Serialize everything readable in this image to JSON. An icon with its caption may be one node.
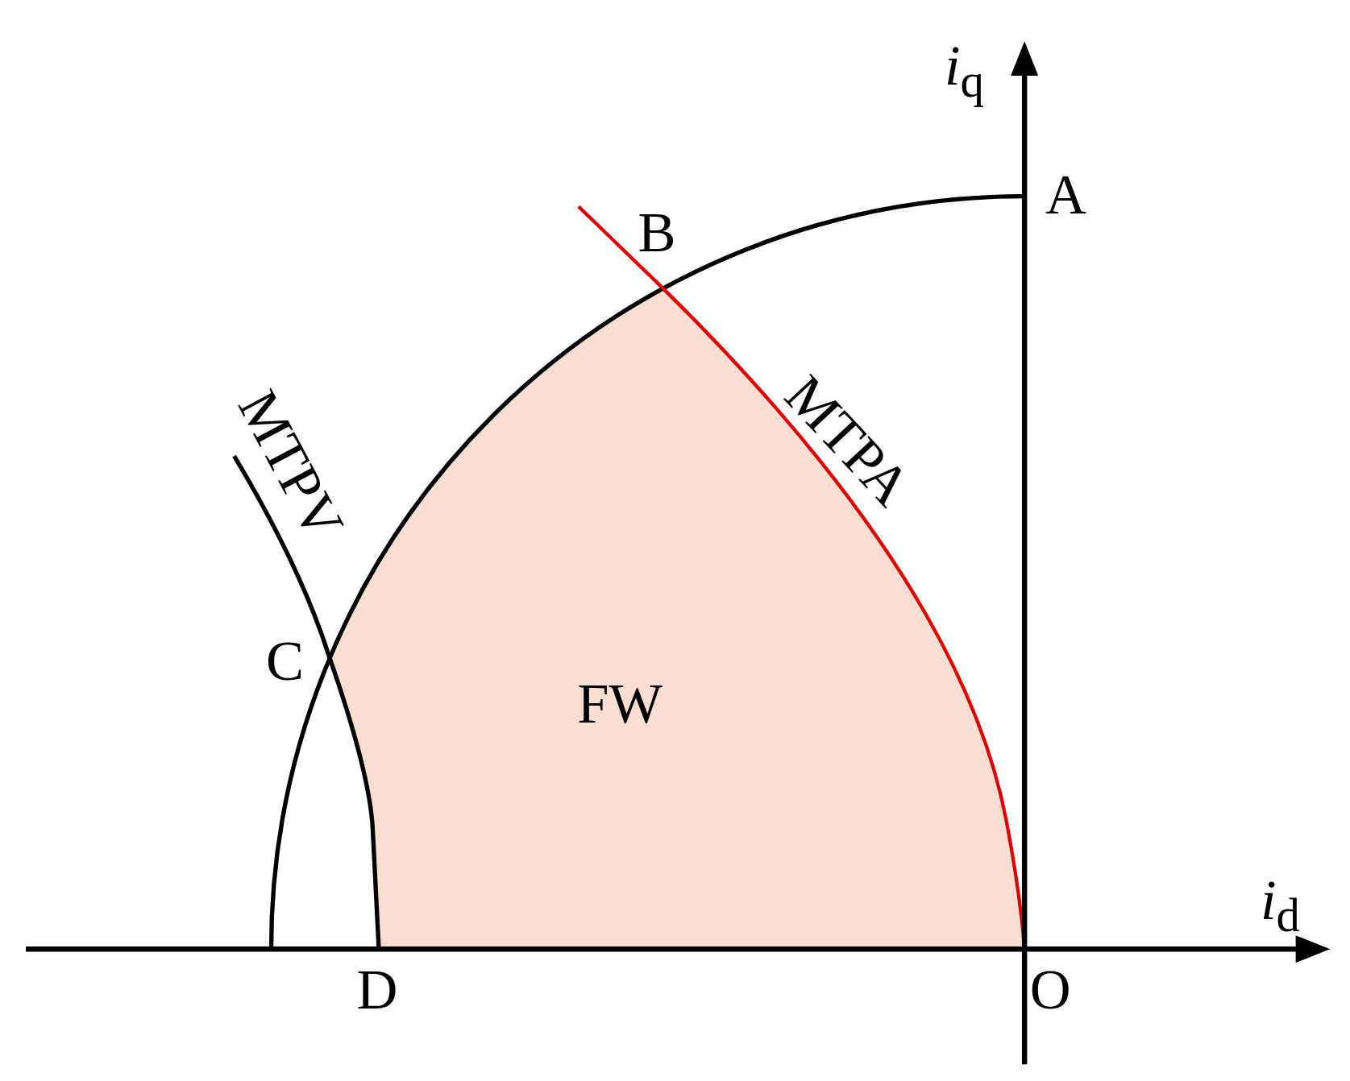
{
  "diagram": {
    "labels": [
      "*i*$_{q}$",
      "A",
      "B",
      "MTPV",
      "MTPA",
      "C",
      "FW",
      "*i*$_{d}$",
      "D",
      "O"
    ]
  }
}
